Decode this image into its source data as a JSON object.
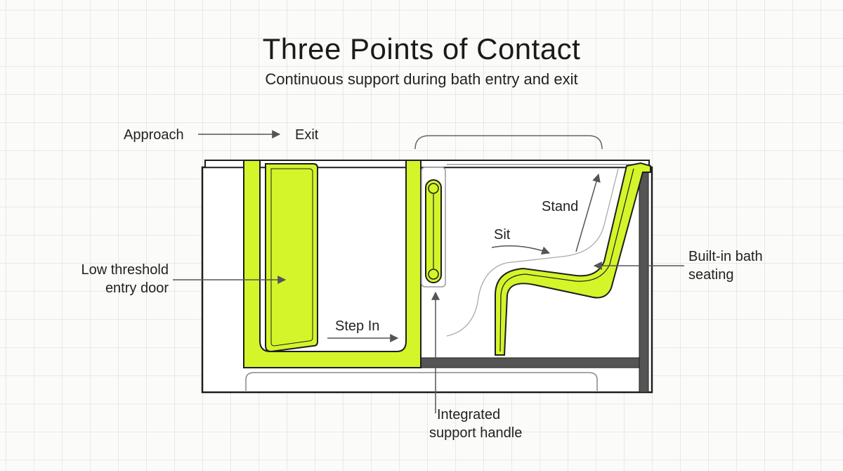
{
  "title": "Three Points of Contact",
  "subtitle": "Continuous support during bath entry and exit",
  "flow": {
    "start": "Approach",
    "end": "Exit"
  },
  "steps": {
    "step_in": "Step In",
    "sit": "Sit",
    "stand": "Stand"
  },
  "callouts": {
    "door_line1": "Low threshold",
    "door_line2": "entry door",
    "seat_line1": "Built-in bath",
    "seat_line2": "seating",
    "handle_line1": "Integrated",
    "handle_line2": "support handle"
  },
  "colors": {
    "accent": "#d4f52a",
    "stroke": "#1e1e1e",
    "dark_bar": "#555555"
  }
}
